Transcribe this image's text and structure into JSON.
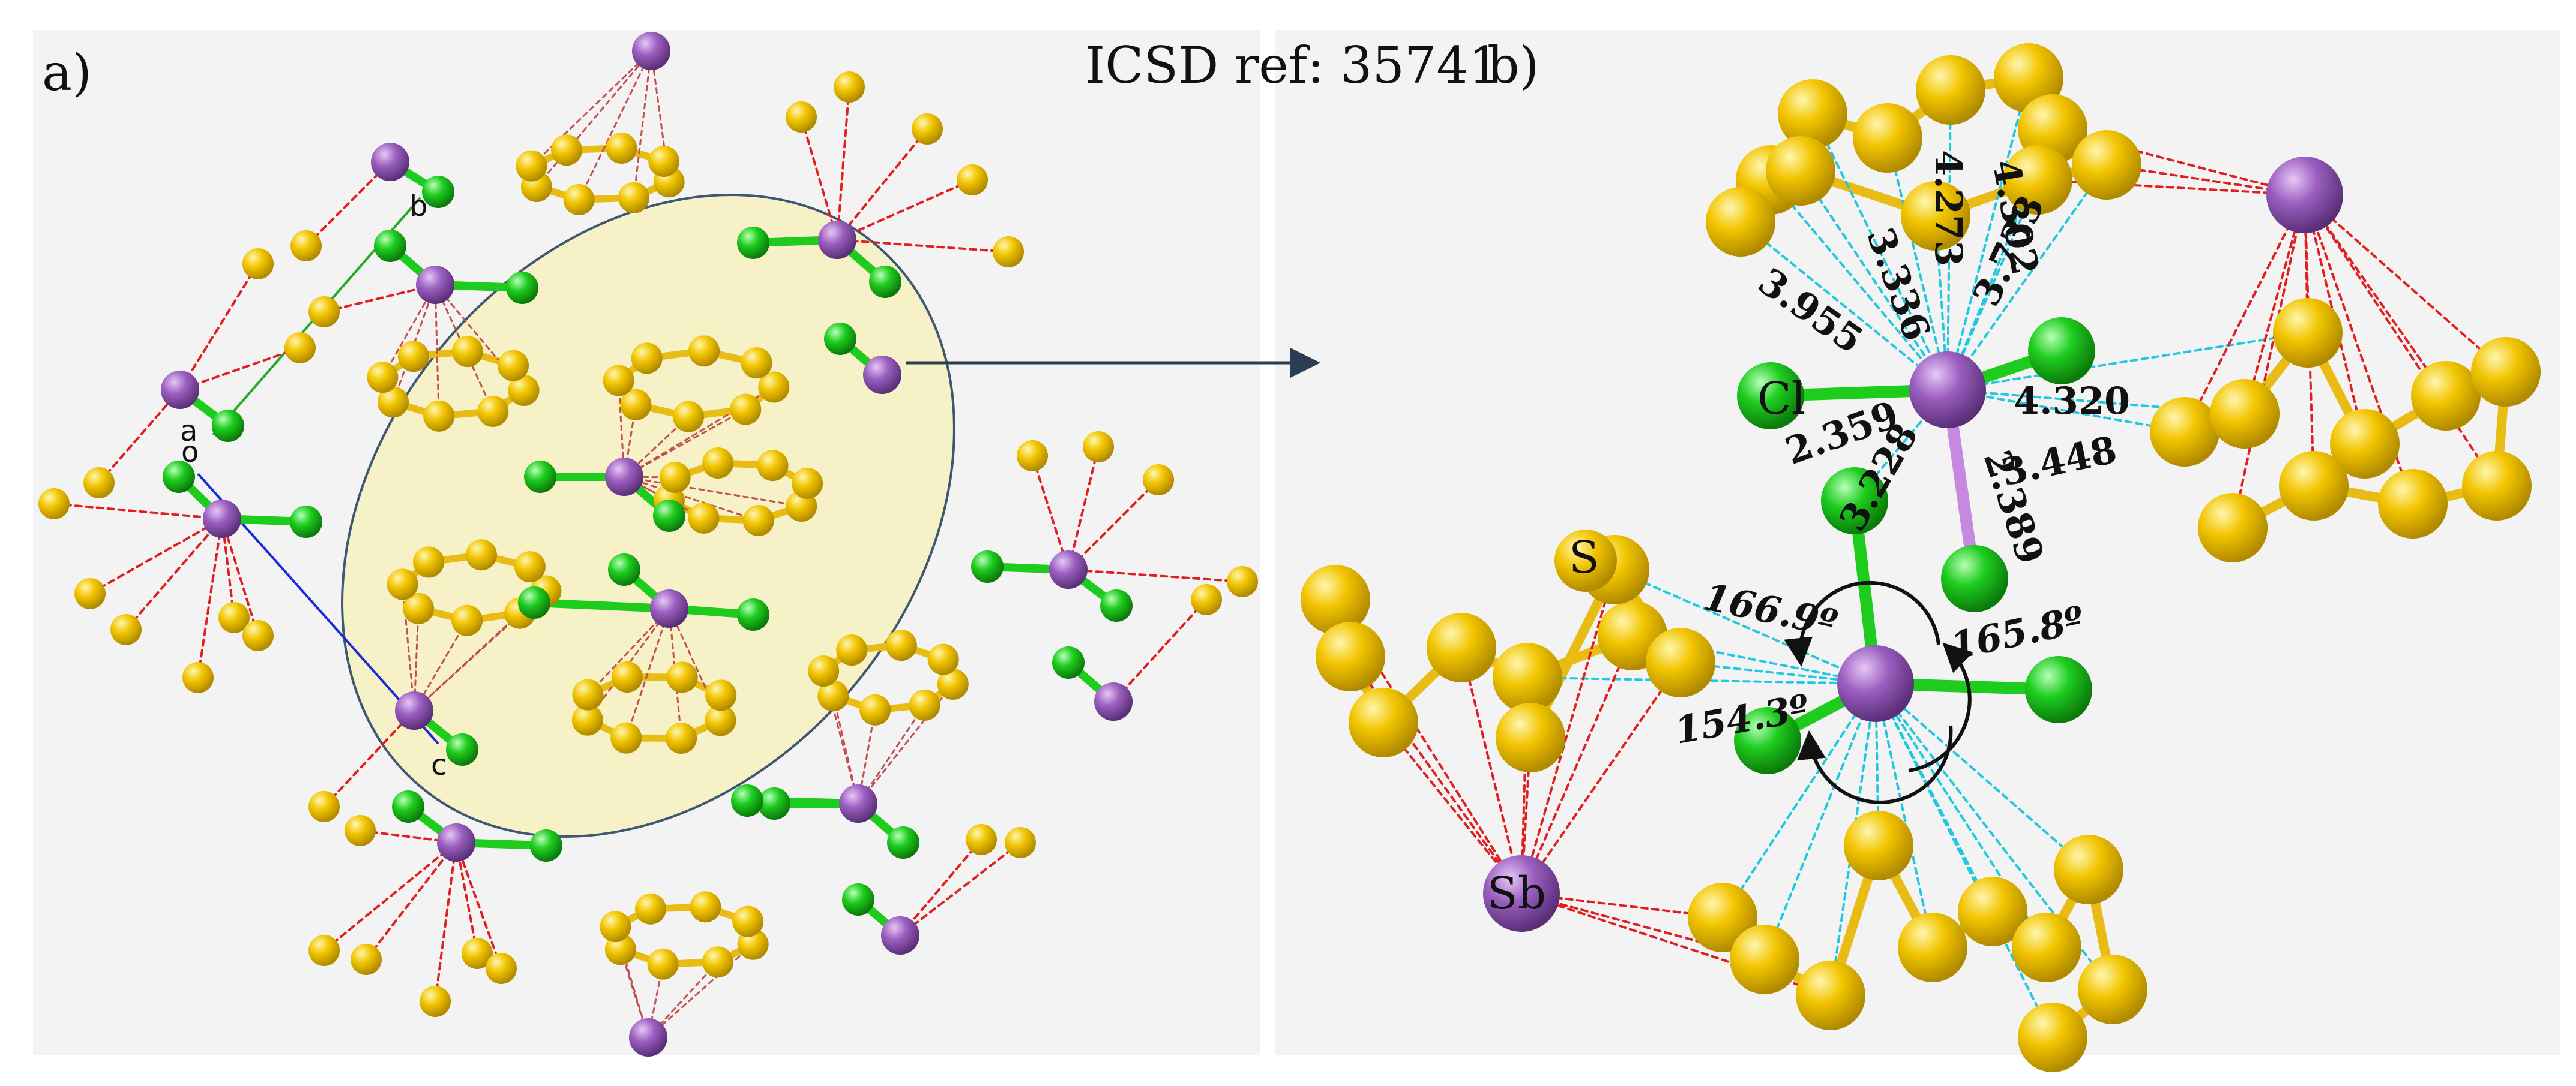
{
  "header": {
    "panel_a_label": "a)",
    "panel_b_label": "b)",
    "reference": "ICSD ref: 35741"
  },
  "panel_a": {
    "axis_labels": {
      "a": "a",
      "b": "b",
      "c": "c",
      "o": "o"
    }
  },
  "panel_b": {
    "atom_labels": {
      "cl": "Cl",
      "s": "S",
      "sb": "Sb"
    },
    "distances": [
      "4.273",
      "4.302",
      "3.336",
      "3.733",
      "3.955",
      "4.320",
      "2.359",
      "3.448",
      "3.228",
      "2.389"
    ],
    "angles": [
      "166.9º",
      "165.8º",
      "154.3º"
    ]
  },
  "colors": {
    "sulfur": "#f2c500",
    "sulfur_bond": "#e8bc14",
    "antimony": "#9b5fc0",
    "chlorine": "#1ecc1e",
    "contact_red": "#e02020",
    "contact_cyan": "#20c8e0",
    "highlight": "#f6f1c6",
    "arrow": "#2a3d52"
  }
}
